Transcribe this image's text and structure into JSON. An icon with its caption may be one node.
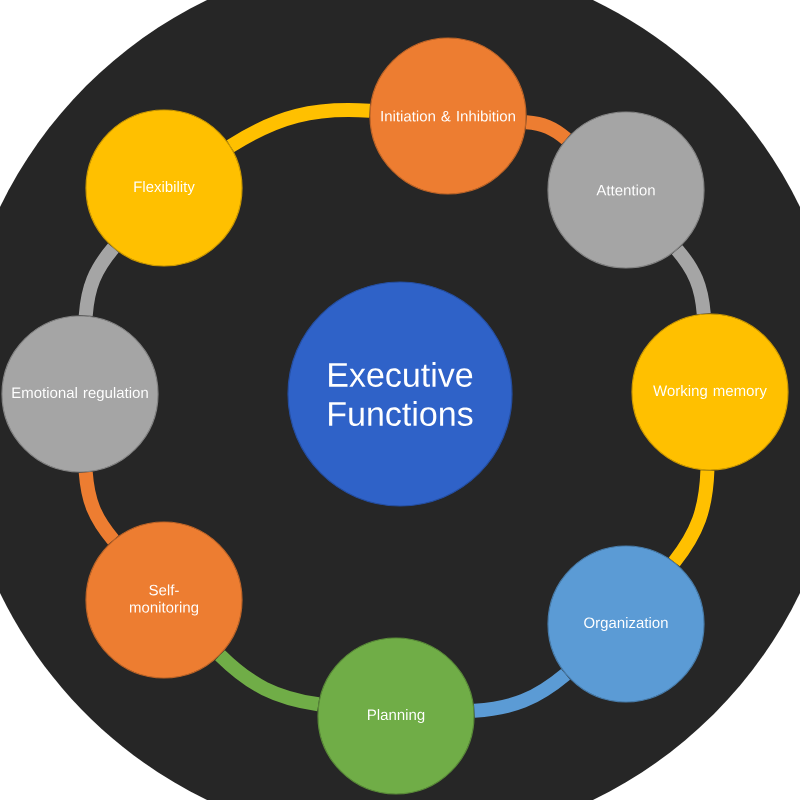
{
  "diagram": {
    "nodes": [
      {
        "text": [
          "Executive Functions"
        ]
      },
      {
        "text": [
          "Initiation & Inhibition"
        ]
      },
      {
        "text": [
          "Attention"
        ]
      },
      {
        "text": [
          "Working memory"
        ]
      },
      {
        "text": [
          "Organization"
        ]
      },
      {
        "text": [
          "Planning"
        ]
      },
      {
        "text": [
          "Self-monitoring"
        ]
      },
      {
        "text": [
          "Emotional regulation"
        ]
      },
      {
        "text": [
          "Flexibility"
        ]
      }
    ],
    "edges": [
      {
        "from": 1,
        "to": 2,
        "arrow": "none",
        "color": "#ed7d31"
      },
      {
        "from": 2,
        "to": 3,
        "arrow": "none",
        "color": "#a5a5a5"
      },
      {
        "from": 3,
        "to": 4,
        "arrow": "none",
        "color": "#ffc000"
      },
      {
        "from": 4,
        "to": 5,
        "arrow": "none",
        "color": "#5b9bd5"
      },
      {
        "from": 5,
        "to": 6,
        "arrow": "none",
        "color": "#70ad47"
      },
      {
        "from": 6,
        "to": 7,
        "arrow": "none",
        "color": "#ed7d31"
      },
      {
        "from": 7,
        "to": 8,
        "arrow": "none",
        "color": "#a5a5a5"
      },
      {
        "from": 8,
        "to": 1,
        "arrow": "none",
        "color": "#ffc000"
      }
    ]
  }
}
